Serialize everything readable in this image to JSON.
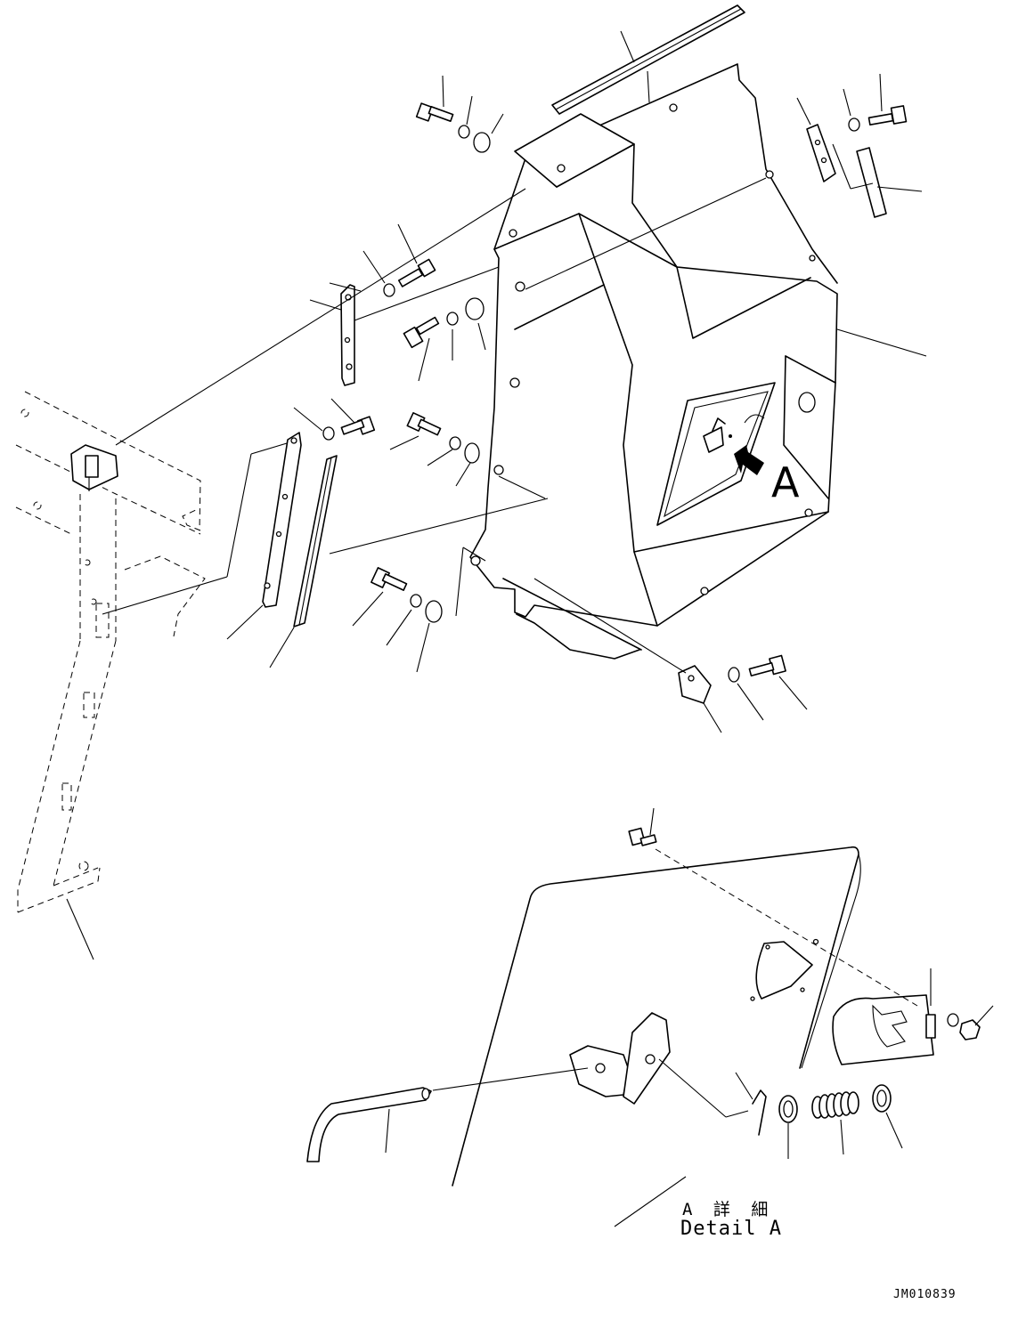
{
  "callouts": {
    "view_marker": "A",
    "detail_label_jp": "A 詳 細",
    "detail_label_en": "Detail A"
  },
  "drawing_number": "JM010839",
  "icons": {
    "view_arrow": "view-direction-arrow-icon",
    "decal": "warning-decal-icon"
  }
}
